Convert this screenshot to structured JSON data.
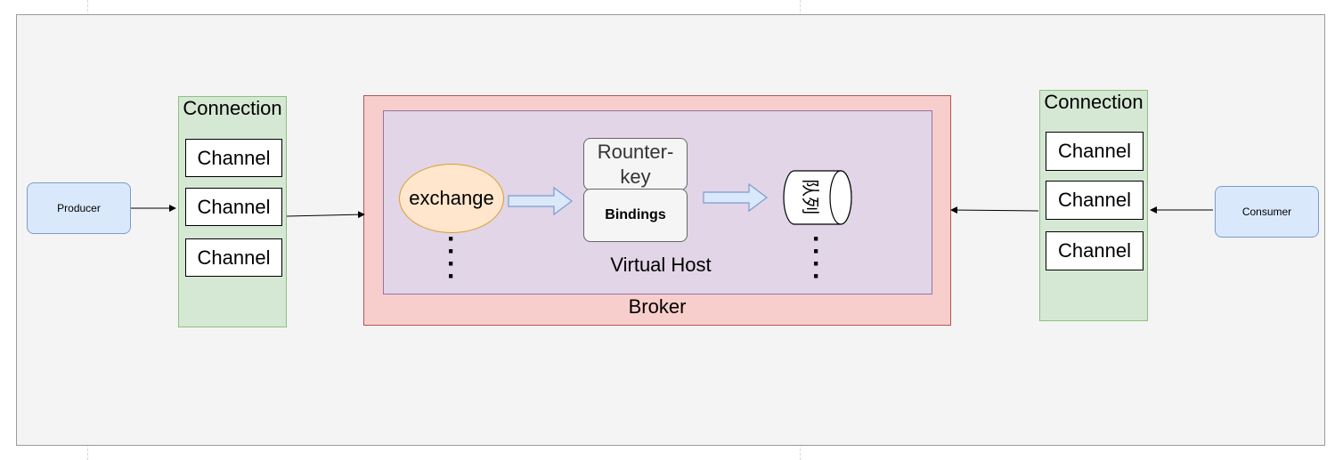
{
  "producer": {
    "label": "Producer"
  },
  "consumer": {
    "label": "Consumer"
  },
  "left_connection": {
    "title": "Connection",
    "channels": [
      "Channel",
      "Channel",
      "Channel"
    ]
  },
  "right_connection": {
    "title": "Connection",
    "channels": [
      "Channel",
      "Channel",
      "Channel"
    ]
  },
  "broker": {
    "label": "Broker"
  },
  "vhost": {
    "label": "Virtual Host"
  },
  "exchange": {
    "label": "exchange"
  },
  "route_key": {
    "line1": "Rounter-",
    "line2": "key"
  },
  "bindings": {
    "label": "Bindings"
  },
  "queue": {
    "label": "队列"
  },
  "colors": {
    "node_blue": "#dae8fc",
    "connection_green": "#d5e8d4",
    "broker_red": "#f8cecc",
    "vhost_purple": "#e1d5e7",
    "exchange_orange": "#ffe6cc",
    "arrow_blue": "#dae8fc"
  }
}
